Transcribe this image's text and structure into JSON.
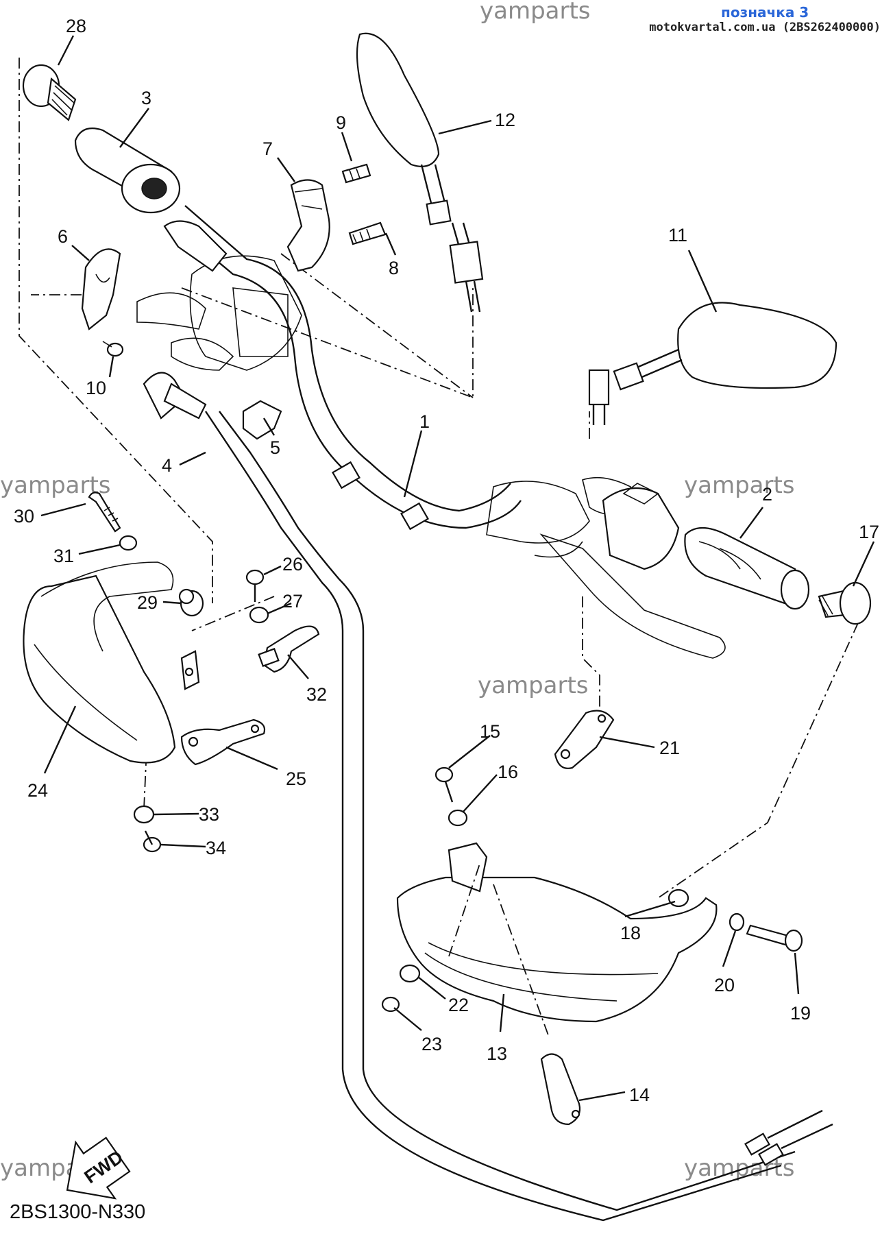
{
  "header": {
    "watermark": "yamparts",
    "tag": "позначка 3",
    "site": "motokvartal.com.ua (2BS262400000)"
  },
  "diagram_code": "2BS1300-N330",
  "fwd_label": "FWD",
  "watermarks": [
    "yamparts",
    "yamparts",
    "yamparts",
    "yamparts",
    "yamparts",
    "yamparts"
  ],
  "callouts": [
    {
      "id": "28",
      "label": "28"
    },
    {
      "id": "3",
      "label": "3"
    },
    {
      "id": "9",
      "label": "9"
    },
    {
      "id": "7",
      "label": "7"
    },
    {
      "id": "12",
      "label": "12"
    },
    {
      "id": "8",
      "label": "8"
    },
    {
      "id": "6",
      "label": "6"
    },
    {
      "id": "11",
      "label": "11"
    },
    {
      "id": "10",
      "label": "10"
    },
    {
      "id": "1",
      "label": "1"
    },
    {
      "id": "5",
      "label": "5"
    },
    {
      "id": "4",
      "label": "4"
    },
    {
      "id": "2",
      "label": "2"
    },
    {
      "id": "17",
      "label": "17"
    },
    {
      "id": "30",
      "label": "30"
    },
    {
      "id": "31",
      "label": "31"
    },
    {
      "id": "26",
      "label": "26"
    },
    {
      "id": "27",
      "label": "27"
    },
    {
      "id": "29",
      "label": "29"
    },
    {
      "id": "32",
      "label": "32"
    },
    {
      "id": "15",
      "label": "15"
    },
    {
      "id": "21",
      "label": "21"
    },
    {
      "id": "16",
      "label": "16"
    },
    {
      "id": "24",
      "label": "24"
    },
    {
      "id": "25",
      "label": "25"
    },
    {
      "id": "33",
      "label": "33"
    },
    {
      "id": "34",
      "label": "34"
    },
    {
      "id": "18",
      "label": "18"
    },
    {
      "id": "20",
      "label": "20"
    },
    {
      "id": "19",
      "label": "19"
    },
    {
      "id": "22",
      "label": "22"
    },
    {
      "id": "23",
      "label": "23"
    },
    {
      "id": "13",
      "label": "13"
    },
    {
      "id": "14",
      "label": "14"
    }
  ]
}
